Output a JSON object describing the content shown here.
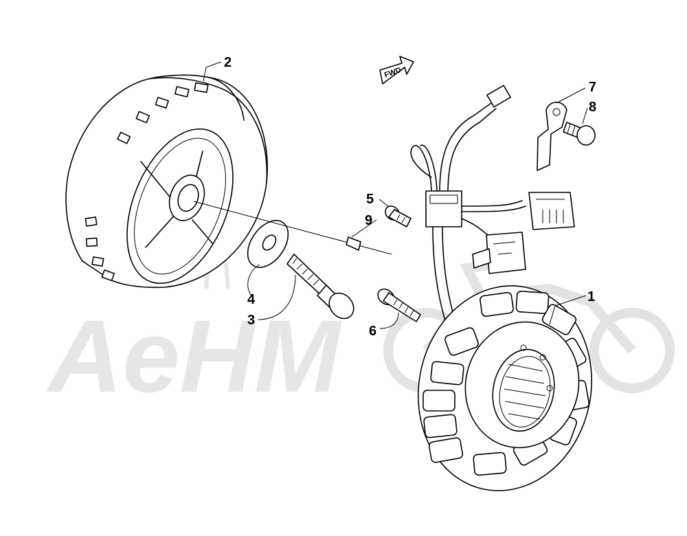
{
  "diagram": {
    "watermark_text": "AeHM",
    "direction_label": "FWD",
    "callouts": [
      {
        "id": "part-1",
        "label": "1"
      },
      {
        "id": "part-2",
        "label": "2"
      },
      {
        "id": "part-3",
        "label": "3"
      },
      {
        "id": "part-4",
        "label": "4"
      },
      {
        "id": "part-5",
        "label": "5"
      },
      {
        "id": "part-6",
        "label": "6"
      },
      {
        "id": "part-7",
        "label": "7"
      },
      {
        "id": "part-8",
        "label": "8"
      },
      {
        "id": "part-9",
        "label": "9"
      }
    ]
  },
  "colors": {
    "line": "#000000",
    "background": "#ffffff",
    "watermark": "#e6e6e6"
  }
}
